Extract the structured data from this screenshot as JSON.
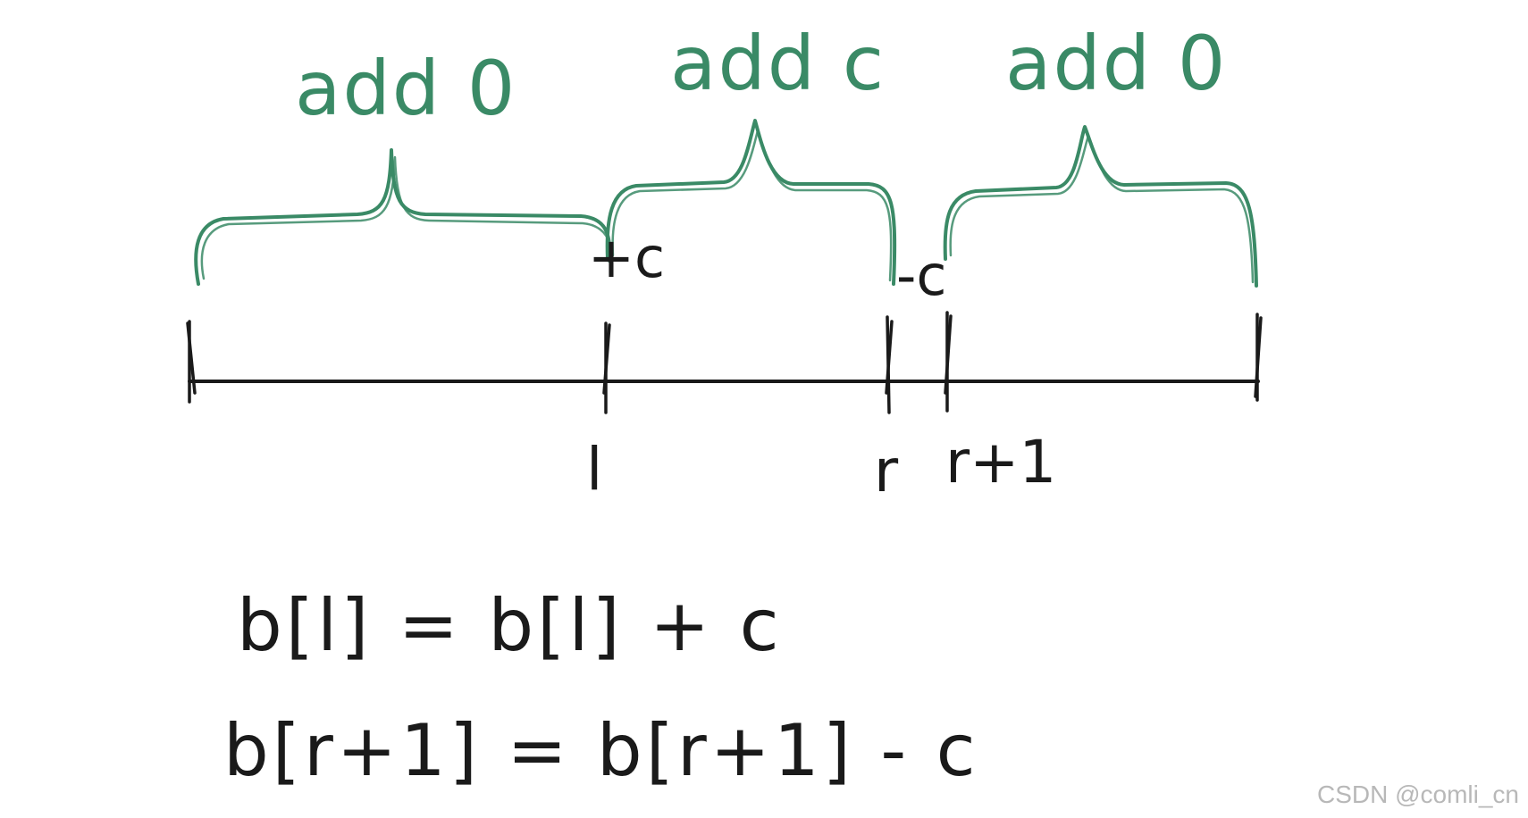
{
  "braces": [
    {
      "label": "add 0"
    },
    {
      "label": "add c"
    },
    {
      "label": "add 0"
    }
  ],
  "signs": {
    "plus_c": "+c",
    "minus_c": "-c"
  },
  "ticks": {
    "l": "l",
    "r": "r",
    "r_plus_1": "r+1"
  },
  "formulas": {
    "line1": "b[l] = b[l] + c",
    "line2": "b[r+1] = b[r+1] - c"
  },
  "colors": {
    "brace_green": "#3a8a66",
    "ink": "#1a1a1a",
    "watermark": "#b8b8b8"
  },
  "watermark": "CSDN @comli_cn"
}
